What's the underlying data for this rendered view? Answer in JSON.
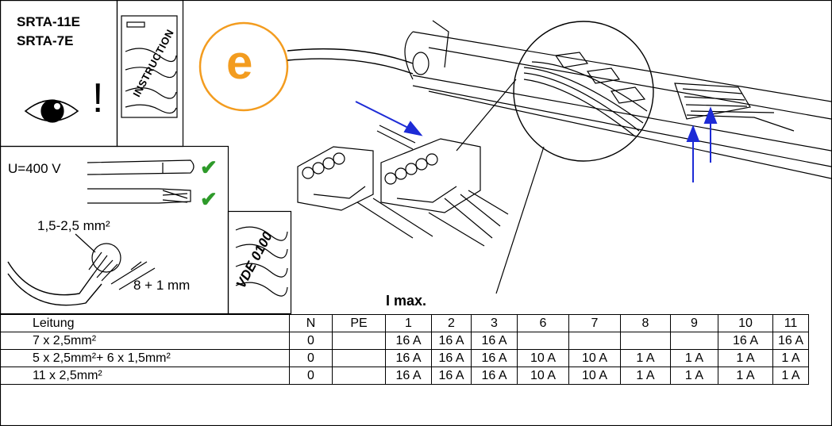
{
  "models": [
    "SRTA-11E",
    "SRTA-7E"
  ],
  "warning_mark": "!",
  "instruction_label": "INSTRUCTION",
  "step_letter": "e",
  "voltage": "U=400 V",
  "cross_section": "1,5-2,5 mm²",
  "strip_length": "8 + 1 mm",
  "standard": "VDE 0100",
  "check_mark": "✔",
  "current_header": "I max.",
  "table": {
    "columns": [
      "Leitung",
      "N",
      "PE",
      "1",
      "2",
      "3",
      "6",
      "7",
      "8",
      "9",
      "10",
      "11"
    ],
    "rows": [
      [
        "7 x 2,5mm²",
        "0",
        "",
        "16 A",
        "16 A",
        "16 A",
        "",
        "",
        "",
        "",
        "16 A",
        "16 A"
      ],
      [
        "5 x 2,5mm²+ 6 x 1,5mm²",
        "0",
        "",
        "16 A",
        "16 A",
        "16 A",
        "10 A",
        "10 A",
        "1 A",
        "1 A",
        "1 A",
        "1 A"
      ],
      [
        "11 x 2,5mm²",
        "0",
        "",
        "16 A",
        "16 A",
        "16 A",
        "10 A",
        "10 A",
        "1 A",
        "1 A",
        "1 A",
        "1 A"
      ]
    ]
  },
  "colors": {
    "accent_orange": "#f39c1f",
    "check_green": "#2e9a2a",
    "arrow_blue": "#1d2bd6"
  }
}
